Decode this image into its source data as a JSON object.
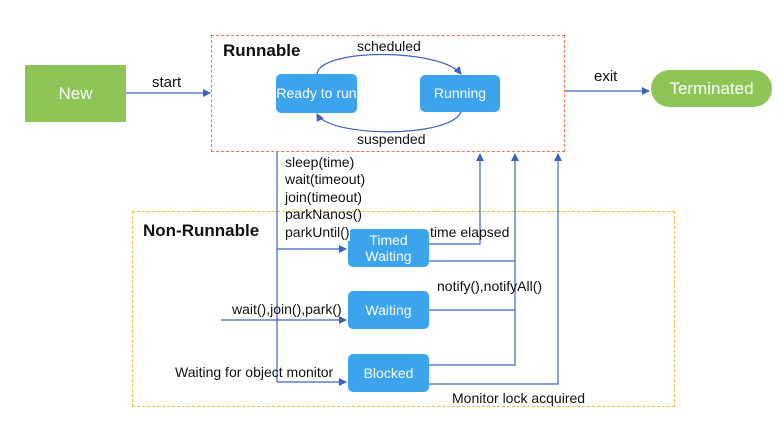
{
  "regions": {
    "runnable_title": "Runnable",
    "nonrunnable_title": "Non-Runnable"
  },
  "nodes": {
    "new": "New",
    "ready": "Ready to run",
    "running": "Running",
    "terminated": "Terminated",
    "timed_waiting": "Timed Waiting",
    "waiting": "Waiting",
    "blocked": "Blocked"
  },
  "edges": {
    "start": "start",
    "exit": "exit",
    "scheduled": "scheduled",
    "suspended": "suspended",
    "sleep": "sleep(time)",
    "wait_timeout": "wait(timeout)",
    "join_timeout": "join(timeout)",
    "parknanos": "parkNanos()",
    "parkuntil": "parkUntil()",
    "time_elapsed": "time elapsed",
    "notify": "notify(),notifyAll()",
    "wait_join_park": "wait(),join(),park()",
    "object_monitor": "Waiting for object monitor",
    "lock_acquired": "Monitor lock acquired"
  },
  "colors": {
    "green_node": "#8dc656",
    "blue_node": "#3ba4ec",
    "arrow": "#3f63b7",
    "runnable_border": "#e8745a",
    "nonrunnable_border": "#f0c040"
  }
}
